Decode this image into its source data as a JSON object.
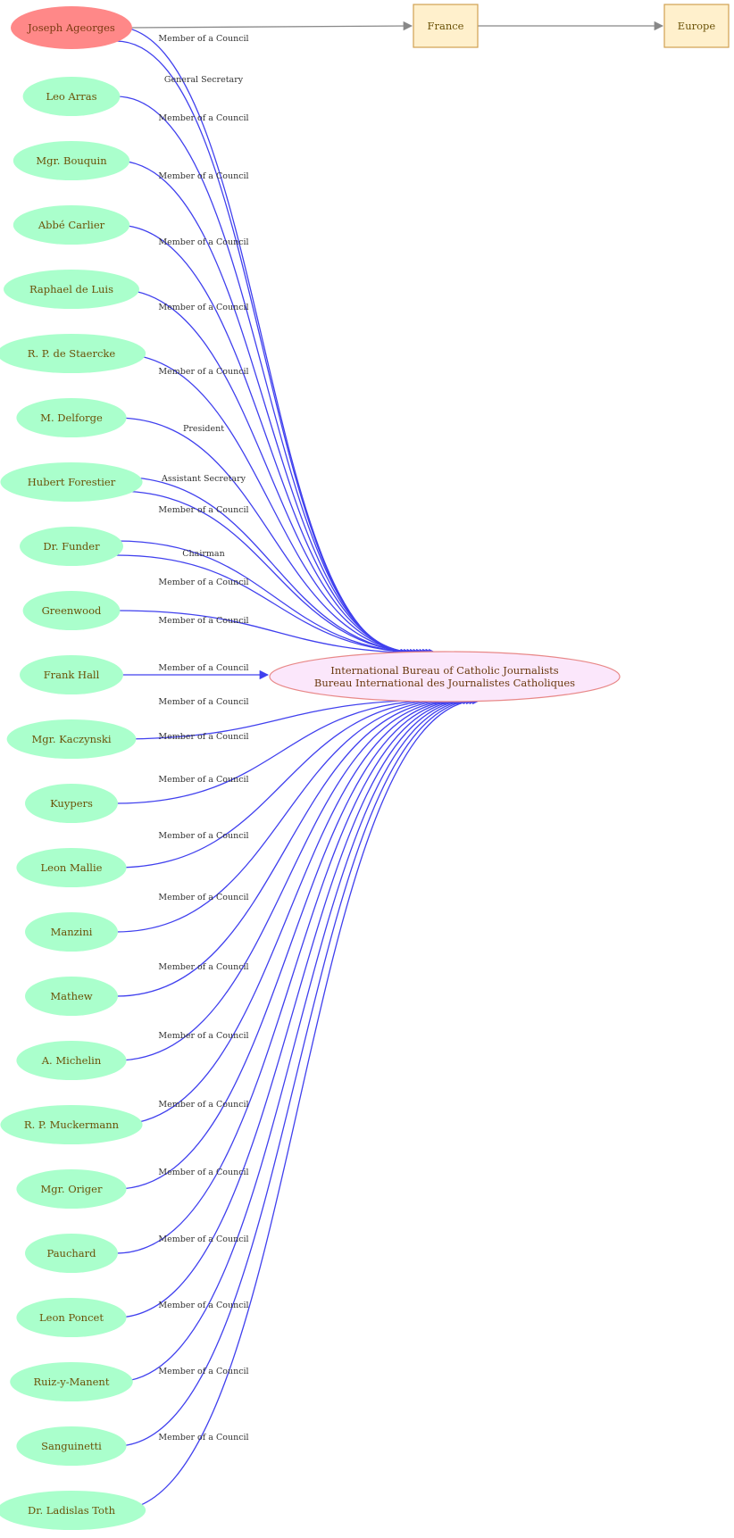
{
  "colors": {
    "person_fill": "#aaffcc",
    "subject_fill": "#ff8888",
    "subject_text": "#7a3a10",
    "center_fill": "#fbe7fb",
    "center_stroke": "#e88888",
    "box_fill": "#fff0cc",
    "box_stroke": "#d0a050",
    "edge_blue": "#4040ee",
    "edge_gray": "#888888"
  },
  "subject": {
    "name": "Joseph Ageorges"
  },
  "places": [
    {
      "id": "france",
      "label": "France"
    },
    {
      "id": "europe",
      "label": "Europe"
    }
  ],
  "center": {
    "line1": "International Bureau of Catholic Journalists",
    "line2": "Bureau International des Journalistes Catholiques"
  },
  "subject_relations": [
    "Member of a Council",
    "General Secretary"
  ],
  "people": [
    {
      "name": "Leo Arras",
      "relations": [
        "Member of a Council"
      ]
    },
    {
      "name": "Mgr. Bouquin",
      "relations": [
        "Member of a Council"
      ]
    },
    {
      "name": "Abbé Carlier",
      "relations": [
        "Member of a Council"
      ]
    },
    {
      "name": "Raphael de Luis",
      "relations": [
        "Member of a Council"
      ]
    },
    {
      "name": "R. P. de Staercke",
      "relations": [
        "Member of a Council"
      ]
    },
    {
      "name": "M. Delforge",
      "relations": [
        "President"
      ]
    },
    {
      "name": "Hubert Forestier",
      "relations": [
        "Assistant Secretary",
        "Member of a Council"
      ]
    },
    {
      "name": "Dr. Funder",
      "relations": [
        "Chairman",
        "Member of a Council"
      ]
    },
    {
      "name": "Greenwood",
      "relations": [
        "Member of a Council"
      ]
    },
    {
      "name": "Frank Hall",
      "relations": [
        "Member of a Council"
      ]
    },
    {
      "name": "Mgr. Kaczynski",
      "relations": [
        "Member of a Council"
      ]
    },
    {
      "name": "Kuypers",
      "relations": [
        "Member of a Council"
      ]
    },
    {
      "name": "Leon Mallie",
      "relations": [
        "Member of a Council"
      ]
    },
    {
      "name": "Manzini",
      "relations": [
        "Member of a Council"
      ]
    },
    {
      "name": "Mathew",
      "relations": [
        "Member of a Council"
      ]
    },
    {
      "name": "A. Michelin",
      "relations": [
        "Member of a Council"
      ]
    },
    {
      "name": "R. P. Muckermann",
      "relations": [
        "Member of a Council"
      ]
    },
    {
      "name": "Mgr. Origer",
      "relations": [
        "Member of a Council"
      ]
    },
    {
      "name": "Pauchard",
      "relations": [
        "Member of a Council"
      ]
    },
    {
      "name": "Leon Poncet",
      "relations": [
        "Member of a Council"
      ]
    },
    {
      "name": "Ruiz-y-Manent",
      "relations": [
        "Member of a Council"
      ]
    },
    {
      "name": "Sanguinetti",
      "relations": [
        "Member of a Council"
      ]
    },
    {
      "name": "Dr. Ladislas Toth",
      "relations": [
        "Member of a Council"
      ]
    }
  ]
}
